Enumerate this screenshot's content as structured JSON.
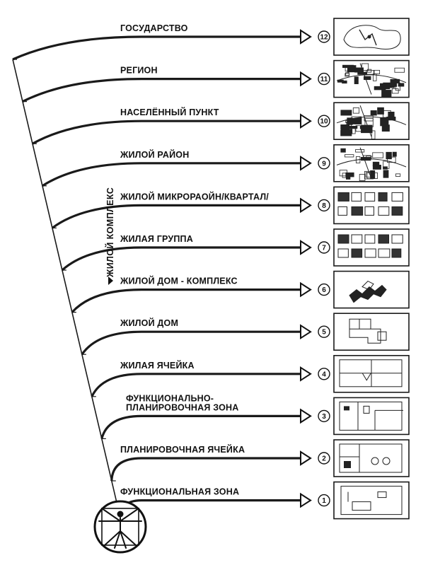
{
  "vertical_label": "ЖИЛОЙ КОМПЛЕКС",
  "levels": [
    {
      "number": "12",
      "label": "ГОСУДАРСТВО",
      "image": "state-map-icon"
    },
    {
      "number": "11",
      "label": "РЕГИОН",
      "image": "region-map-icon"
    },
    {
      "number": "10",
      "label": "НАСЕЛЁННЫЙ ПУНКТ",
      "image": "settlement-plan-icon"
    },
    {
      "number": "9",
      "label": "ЖИЛОЙ РАЙОН",
      "image": "district-plan-icon"
    },
    {
      "number": "8",
      "label": "ЖИЛОЙ МИКРОРАОЙН/КВАРТАЛ/",
      "image": "microdistrict-plan-icon"
    },
    {
      "number": "7",
      "label": "ЖИЛАЯ ГРУППА",
      "image": "housing-group-plan-icon"
    },
    {
      "number": "6",
      "label": "ЖИЛОЙ ДОМ - КОМПЛЕКС",
      "image": "building-complex-plan-icon"
    },
    {
      "number": "5",
      "label": "ЖИЛОЙ ДОМ",
      "image": "house-plan-icon"
    },
    {
      "number": "4",
      "label": "ЖИЛАЯ ЯЧЕЙКА",
      "image": "apartment-cell-plan-icon"
    },
    {
      "number": "3",
      "label": "ФУНКЦИОНАЛЬНО-\nПЛАНИРОВОЧНАЯ ЗОНА",
      "image": "functional-zone-plan-icon"
    },
    {
      "number": "2",
      "label": "ПЛАНИРОВОЧНАЯ ЯЧЕЙКА",
      "image": "planning-cell-plan-icon"
    },
    {
      "number": "1",
      "label": "ФУНКЦИОНАЛЬНАЯ ЗОНА",
      "image": "room-plan-icon"
    }
  ],
  "base_figure": "vitruvian-man-icon"
}
